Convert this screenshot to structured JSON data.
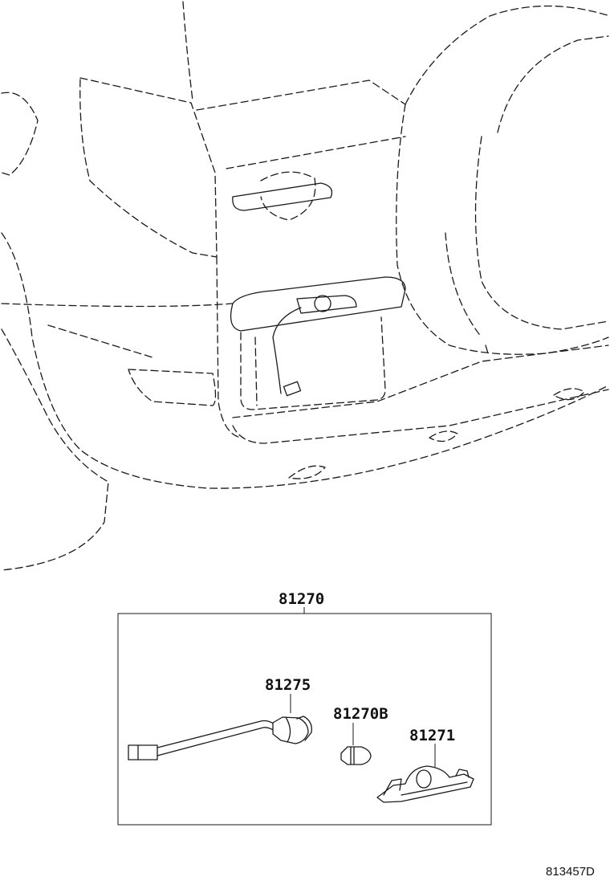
{
  "diagram": {
    "assembly": {
      "part_number": "81270"
    },
    "parts": [
      {
        "part_number": "81275"
      },
      {
        "part_number": "81270B"
      },
      {
        "part_number": "81271"
      }
    ],
    "reference_code": "813457D"
  }
}
